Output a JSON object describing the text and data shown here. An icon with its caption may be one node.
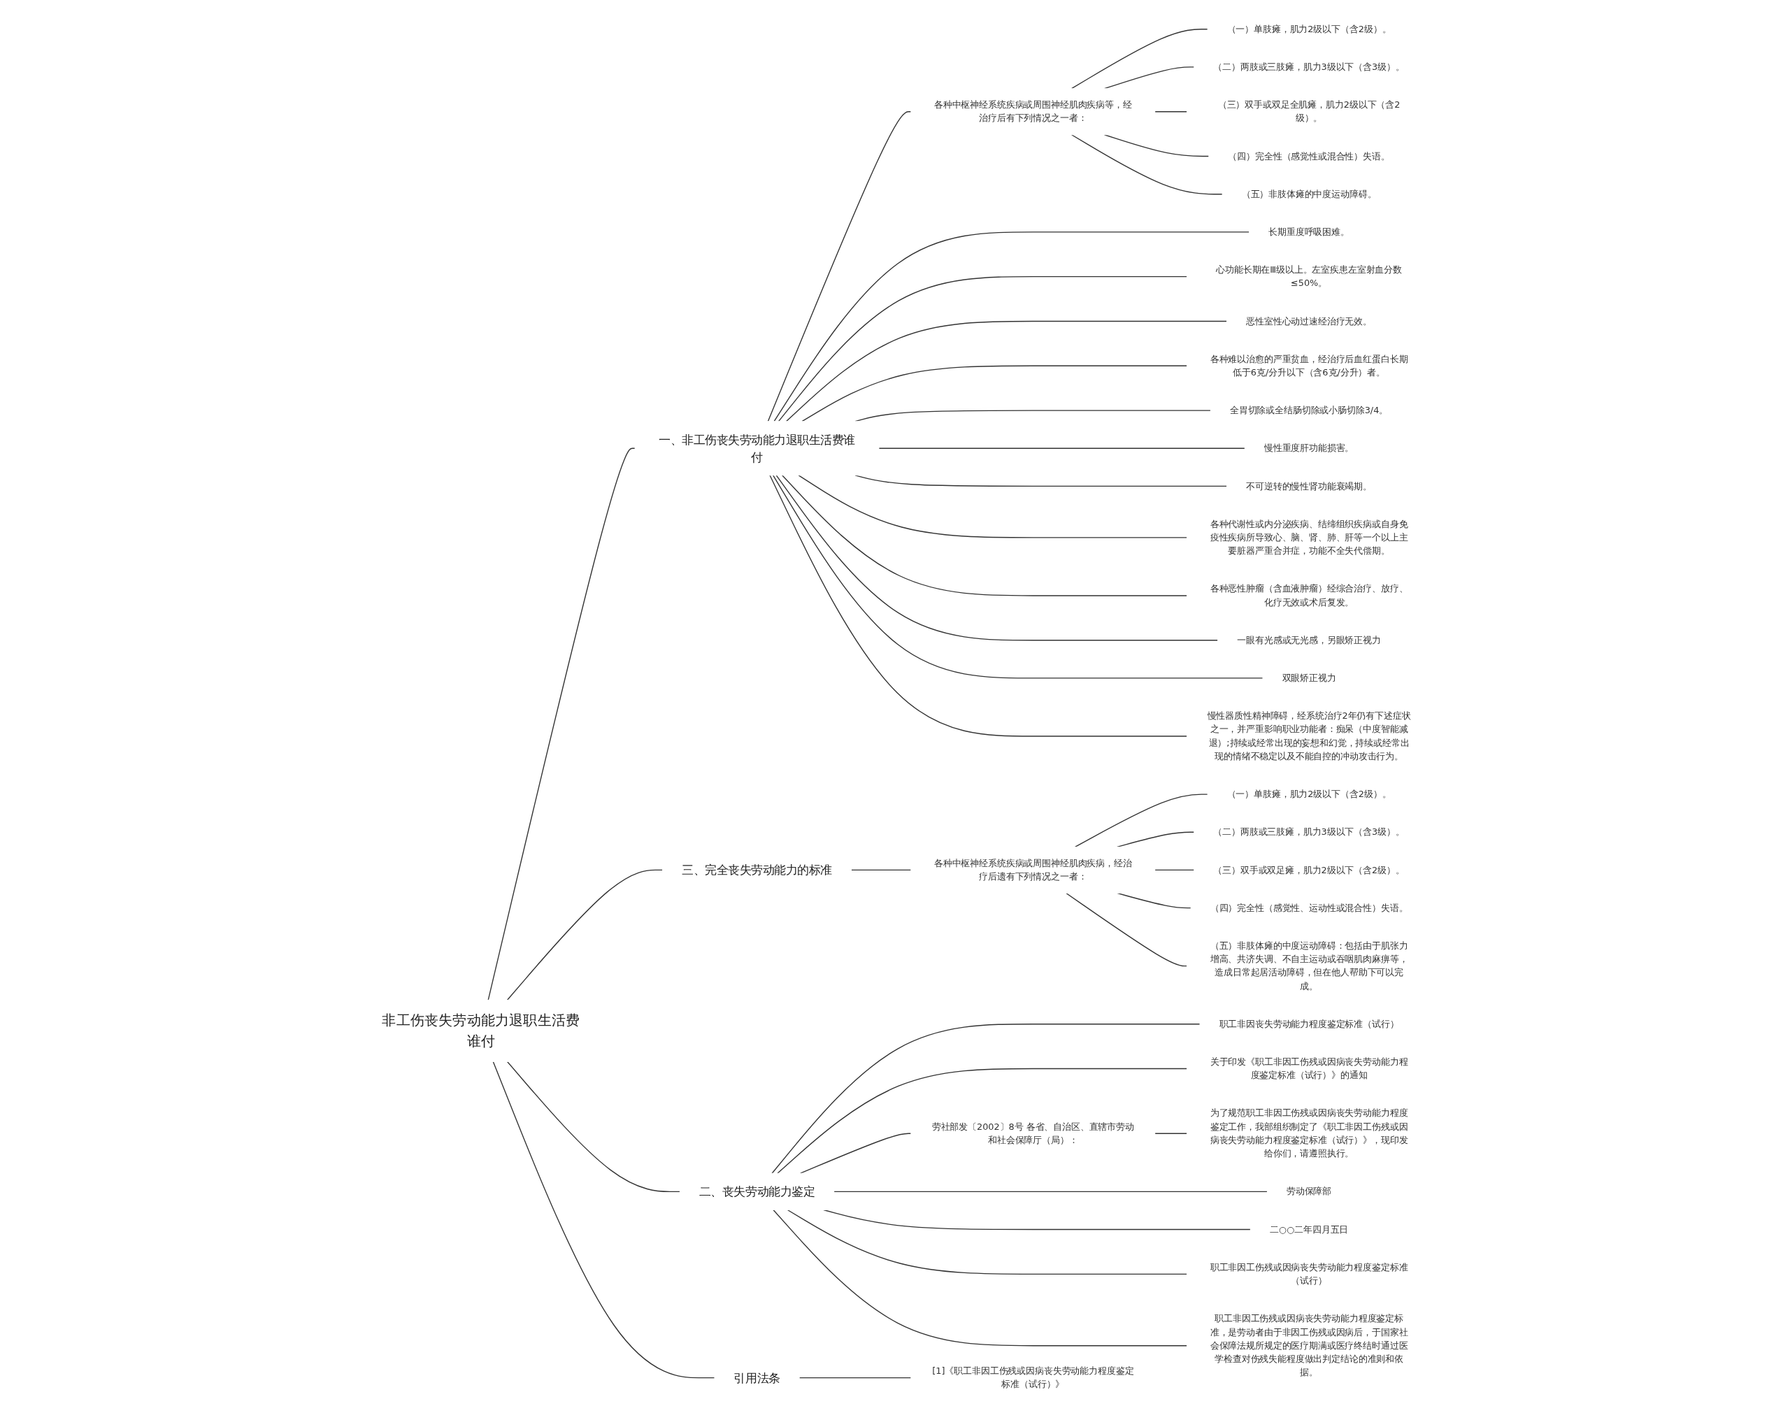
{
  "diagram": {
    "nodes": [
      {
        "text": [
          "非工伤丧失劳动能力退职生活费谁付"
        ]
      },
      {
        "text": [
          "一、非工伤丧失劳动能力退职生活费谁付"
        ]
      },
      {
        "text": [
          "各种中枢神经系统疾病或周围神经肌肉疾病等，经治疗后有下列情况之一者："
        ]
      },
      {
        "text": [
          "（一）单肢瘫，肌力2级以下（含2级）。"
        ]
      },
      {
        "text": [
          "（二）两肢或三肢瘫，肌力3级以下（含3级）。"
        ]
      },
      {
        "text": [
          "（三）双手或双足全肌瘫，肌力2级以下（含2级）。"
        ]
      },
      {
        "text": [
          "（四）完全性（感觉性或混合性）失语。"
        ]
      },
      {
        "text": [
          "（五）非肢体瘫的中度运动障碍。"
        ]
      },
      {
        "text": [
          "长期重度呼吸困难。"
        ]
      },
      {
        "text": [
          "心功能长期在Ⅲ级以上。左室疾患左室射血分数≤50%。"
        ]
      },
      {
        "text": [
          "恶性室性心动过速经治疗无效。"
        ]
      },
      {
        "text": [
          "各种难以治愈的严重贫血，经治疗后血红蛋白长期低于6克/分升以下（含6克/分升）者。"
        ]
      },
      {
        "text": [
          "全胃切除或全结肠切除或小肠切除3/4。"
        ]
      },
      {
        "text": [
          "慢性重度肝功能损害。"
        ]
      },
      {
        "text": [
          "不可逆转的慢性肾功能衰竭期。"
        ]
      },
      {
        "text": [
          "各种代谢性或内分泌疾病、结缔组织疾病或自身免疫性疾病所导致心、脑、肾、肺、肝等一个以上主要脏器严重合并症，功能不全失代偿期。"
        ]
      },
      {
        "text": [
          "各种恶性肿瘤（含血液肿瘤）经综合治疗、放疗、化疗无效或术后复发。"
        ]
      },
      {
        "text": [
          "一眼有光感或无光感，另眼矫正视力"
        ]
      },
      {
        "text": [
          "双眼矫正视力"
        ]
      },
      {
        "text": [
          "慢性器质性精神障碍，经系统治疗2年仍有下述症状之一，并严重影响职业功能者：痴呆（中度智能减退）;持续或经常出现的妄想和幻觉，持续或经常出现的情绪不稳定以及不能自控的冲动攻击行为。"
        ]
      },
      {
        "text": [
          "三、完全丧失劳动能力的标准"
        ]
      },
      {
        "text": [
          "各种中枢神经系统疾病或周围神经肌肉疾病，经治疗后遗有下列情况之一者："
        ]
      },
      {
        "text": [
          "（一）单肢瘫，肌力2级以下（含2级）。"
        ]
      },
      {
        "text": [
          "（二）两肢或三肢瘫，肌力3级以下（含3级）。"
        ]
      },
      {
        "text": [
          "（三）双手或双足瘫，肌力2级以下（含2级）。"
        ]
      },
      {
        "text": [
          "（四）完全性（感觉性、运动性或混合性）失语。"
        ]
      },
      {
        "text": [
          "（五）非肢体瘫的中度运动障碍：包括由于肌张力增高、共济失调、不自主运动或吞咽肌肉麻痹等，造成日常起居活动障碍，但在他人帮助下可以完成。"
        ]
      },
      {
        "text": [
          "二、丧失劳动能力鉴定"
        ]
      },
      {
        "text": [
          "职工非因丧失劳动能力程度鉴定标准（试行）"
        ]
      },
      {
        "text": [
          "关于印发《职工非因工伤残或因病丧失劳动能力程度鉴定标准（试行）》的通知"
        ]
      },
      {
        "text": [
          "劳社部发〔2002〕8号 各省、自治区、直辖市劳动和社会保障厅（局）："
        ]
      },
      {
        "text": [
          "为了规范职工非因工伤残或因病丧失劳动能力程度鉴定工作，我部组织制定了《职工非因工伤残或因病丧失劳动能力程度鉴定标准（试行）》，现印发给你们，请遵照执行。"
        ]
      },
      {
        "text": [
          "劳动保障部"
        ]
      },
      {
        "text": [
          "二○○二年四月五日"
        ]
      },
      {
        "text": [
          "职工非因工伤残或因病丧失劳动能力程度鉴定标准（试行）"
        ]
      },
      {
        "text": [
          "职工非因工伤残或因病丧失劳动能力程度鉴定标准，是劳动者由于非因工伤残或因病后，于国家社会保障法规所规定的医疗期满或医疗终结时通过医学检查对伤残失能程度做出判定结论的准则和依据。"
        ]
      },
      {
        "text": [
          "引用法条"
        ]
      },
      {
        "text": [
          "[1]《职工非因工伤残或因病丧失劳动能力程度鉴定标准（试行）》"
        ]
      }
    ],
    "edges": [
      {
        "from": 0,
        "to": 1,
        "arrow": "none"
      },
      {
        "from": 1,
        "to": 2,
        "arrow": "none"
      },
      {
        "from": 2,
        "to": 3,
        "arrow": "none"
      },
      {
        "from": 2,
        "to": 4,
        "arrow": "none"
      },
      {
        "from": 2,
        "to": 5,
        "arrow": "none"
      },
      {
        "from": 2,
        "to": 6,
        "arrow": "none"
      },
      {
        "from": 2,
        "to": 7,
        "arrow": "none"
      },
      {
        "from": 1,
        "to": 8,
        "arrow": "none"
      },
      {
        "from": 1,
        "to": 9,
        "arrow": "none"
      },
      {
        "from": 1,
        "to": 10,
        "arrow": "none"
      },
      {
        "from": 1,
        "to": 11,
        "arrow": "none"
      },
      {
        "from": 1,
        "to": 12,
        "arrow": "none"
      },
      {
        "from": 1,
        "to": 13,
        "arrow": "none"
      },
      {
        "from": 1,
        "to": 14,
        "arrow": "none"
      },
      {
        "from": 1,
        "to": 15,
        "arrow": "none"
      },
      {
        "from": 1,
        "to": 16,
        "arrow": "none"
      },
      {
        "from": 1,
        "to": 17,
        "arrow": "none"
      },
      {
        "from": 1,
        "to": 18,
        "arrow": "none"
      },
      {
        "from": 1,
        "to": 19,
        "arrow": "none"
      },
      {
        "from": 0,
        "to": 20,
        "arrow": "none"
      },
      {
        "from": 20,
        "to": 21,
        "arrow": "none"
      },
      {
        "from": 21,
        "to": 22,
        "arrow": "none"
      },
      {
        "from": 21,
        "to": 23,
        "arrow": "none"
      },
      {
        "from": 21,
        "to": 24,
        "arrow": "none"
      },
      {
        "from": 21,
        "to": 25,
        "arrow": "none"
      },
      {
        "from": 21,
        "to": 26,
        "arrow": "none"
      },
      {
        "from": 0,
        "to": 27,
        "arrow": "none"
      },
      {
        "from": 27,
        "to": 28,
        "arrow": "none"
      },
      {
        "from": 27,
        "to": 29,
        "arrow": "none"
      },
      {
        "from": 27,
        "to": 30,
        "arrow": "none"
      },
      {
        "from": 30,
        "to": 31,
        "arrow": "none"
      },
      {
        "from": 27,
        "to": 32,
        "arrow": "none"
      },
      {
        "from": 27,
        "to": 33,
        "arrow": "none"
      },
      {
        "from": 27,
        "to": 34,
        "arrow": "none"
      },
      {
        "from": 27,
        "to": 35,
        "arrow": "none"
      },
      {
        "from": 0,
        "to": 36,
        "arrow": "none"
      },
      {
        "from": 36,
        "to": 37,
        "arrow": "none"
      }
    ]
  }
}
